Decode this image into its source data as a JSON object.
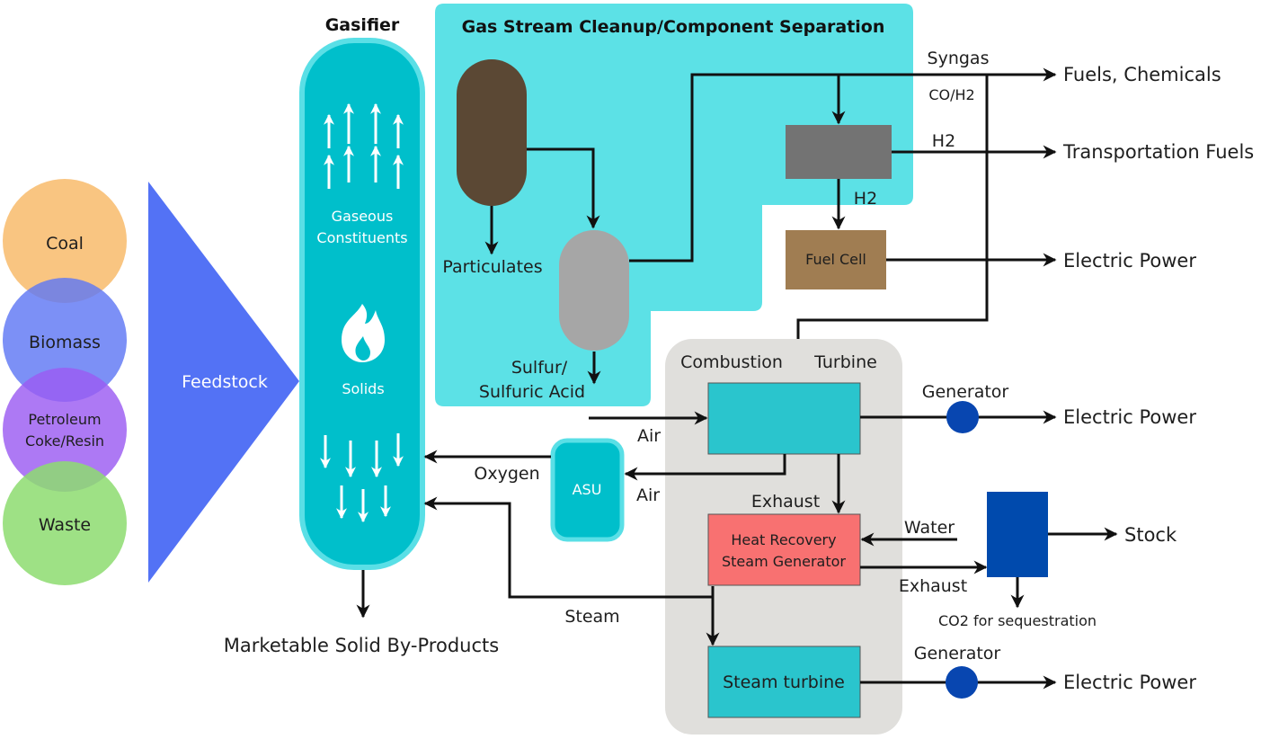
{
  "colors": {
    "coal": "#F9C27A",
    "biomass": "#6F84F6",
    "petroleum": "#A66BF0",
    "waste": "#98E07E",
    "feedstock": "#5372F5",
    "gasifier": "#00BFCB",
    "gasifier_border": "#5ADFE6",
    "cleanup_panel": "#5CE1E6",
    "particulate_vessel": "#5B4834",
    "sulfur_vessel": "#A6A6A6",
    "shift_reactor": "#737373",
    "fuel_cell": "#A07D52",
    "power_block": "#E0DFDC",
    "combustion_turbine": "#2AC5CD",
    "hrsg": "#F87171",
    "steam_turbine": "#2AC5CD",
    "generator": "#0846B0",
    "co2_separator": "#004AAD",
    "asu": "#00BFCB"
  },
  "feedstocks": [
    {
      "label": "Coal"
    },
    {
      "label": "Biomass"
    },
    {
      "label_line1": "Petroleum",
      "label_line2": "Coke/Resin"
    },
    {
      "label": "Waste"
    }
  ],
  "feedstock_label": "Feedstock",
  "gasifier": {
    "title": "Gasifier",
    "gas_label_line1": "Gaseous",
    "gas_label_line2": "Constituents",
    "solids_label": "Solids",
    "byproducts_label": "Marketable Solid By-Products"
  },
  "cleanup": {
    "title": "Gas Stream Cleanup/Component Separation",
    "particulates_label": "Particulates",
    "sulfur_label_line1": "Sulfur/",
    "sulfur_label_line2": "Sulfuric Acid",
    "syngas_label": "Syngas",
    "syngas_sub_label": "CO/H2",
    "h2_label_right": "H2",
    "h2_label_down": "H2",
    "fuel_cell_label": "Fuel Cell"
  },
  "outputs": {
    "fuels_chemicals": "Fuels, Chemicals",
    "transportation_fuels": "Transportation Fuels",
    "electric_power_fuel_cell": "Electric Power",
    "electric_power_gas_turbine": "Electric Power",
    "electric_power_steam_turbine": "Electric Power",
    "stock": "Stock",
    "co2": "CO2 for sequestration"
  },
  "power_block": {
    "combustion_label": "Combustion",
    "turbine_label": "Turbine",
    "air_in_label": "Air",
    "air_to_asu_label": "Air",
    "oxygen_label": "Oxygen",
    "asu_label": "ASU",
    "exhaust_label": "Exhaust",
    "hrsg_line1": "Heat Recovery",
    "hrsg_line2": "Steam Generator",
    "water_label": "Water",
    "exhaust_out_label": "Exhaust",
    "steam_label": "Steam",
    "steam_turbine_label": "Steam turbine",
    "generator_top_label": "Generator",
    "generator_bottom_label": "Generator"
  }
}
